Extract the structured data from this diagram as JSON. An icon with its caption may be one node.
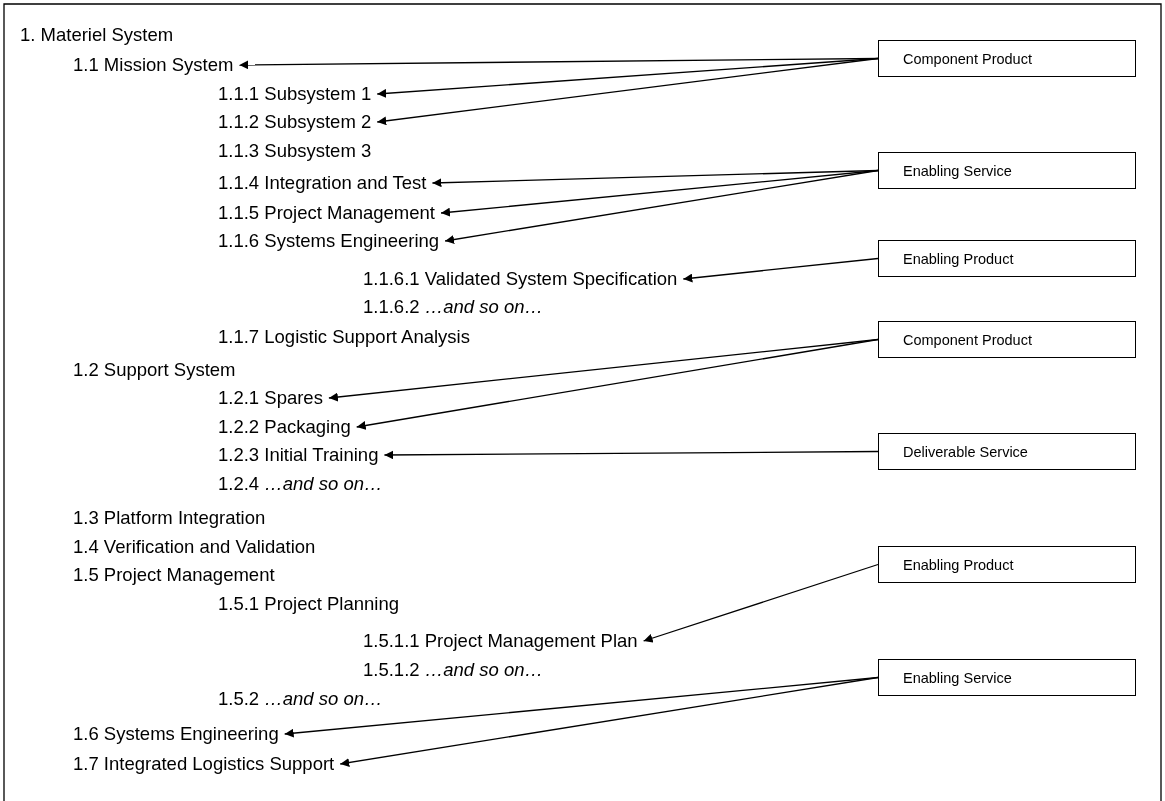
{
  "diagram": {
    "nodes": [
      {
        "text": [
          "1. Materiel System"
        ]
      },
      {
        "text": [
          "1.1 Mission System"
        ]
      },
      {
        "text": [
          "1.1.1 Subsystem 1"
        ]
      },
      {
        "text": [
          "1.1.2 Subsystem 2"
        ]
      },
      {
        "text": [
          "1.1.3 Subsystem 3"
        ]
      },
      {
        "text": [
          "1.1.4 Integration and Test"
        ]
      },
      {
        "text": [
          "1.1.5 Project Management"
        ]
      },
      {
        "text": [
          "1.1.6 Systems Engineering"
        ]
      },
      {
        "text": [
          "1.1.6.1 Validated System Specification"
        ]
      },
      {
        "text": [
          "1.1.6.2 *…and so on…*"
        ]
      },
      {
        "text": [
          "1.1.7 Logistic Support Analysis"
        ]
      },
      {
        "text": [
          "1.2 Support System"
        ]
      },
      {
        "text": [
          "1.2.1 Spares"
        ]
      },
      {
        "text": [
          "1.2.2 Packaging"
        ]
      },
      {
        "text": [
          "1.2.3 Initial Training"
        ]
      },
      {
        "text": [
          "1.2.4 *…and so on…*"
        ]
      },
      {
        "text": [
          "1.3 Platform Integration"
        ]
      },
      {
        "text": [
          "1.4 Verification and Validation"
        ]
      },
      {
        "text": [
          "1.5 Project Management"
        ]
      },
      {
        "text": [
          "1.5.1 Project Planning"
        ]
      },
      {
        "text": [
          "1.5.1.1 Project Management Plan"
        ]
      },
      {
        "text": [
          "1.5.1.2 *…and so on…*"
        ]
      },
      {
        "text": [
          "1.5.2 *…and so on…*"
        ]
      },
      {
        "text": [
          "1.6 Systems Engineering"
        ]
      },
      {
        "text": [
          "1.7 Integrated Logistics Support"
        ]
      },
      {
        "text": [
          "Component Product"
        ]
      },
      {
        "text": [
          "Enabling Service"
        ]
      },
      {
        "text": [
          "Enabling Product"
        ]
      },
      {
        "text": [
          "Component Product"
        ]
      },
      {
        "text": [
          "Deliverable Service"
        ]
      },
      {
        "text": [
          "Enabling Product"
        ]
      },
      {
        "text": [
          "Enabling Service"
        ]
      }
    ],
    "edges": [
      {
        "from": 25,
        "to": 1,
        "arrow": "to"
      },
      {
        "from": 25,
        "to": 2,
        "arrow": "to"
      },
      {
        "from": 25,
        "to": 3,
        "arrow": "to"
      },
      {
        "from": 26,
        "to": 5,
        "arrow": "to"
      },
      {
        "from": 26,
        "to": 6,
        "arrow": "to"
      },
      {
        "from": 26,
        "to": 7,
        "arrow": "to"
      },
      {
        "from": 27,
        "to": 8,
        "arrow": "to"
      },
      {
        "from": 28,
        "to": 12,
        "arrow": "to"
      },
      {
        "from": 28,
        "to": 13,
        "arrow": "to"
      },
      {
        "from": 29,
        "to": 14,
        "arrow": "to"
      },
      {
        "from": 30,
        "to": 20,
        "arrow": "to"
      },
      {
        "from": 31,
        "to": 23,
        "arrow": "to"
      },
      {
        "from": 31,
        "to": 24,
        "arrow": "to"
      }
    ]
  }
}
